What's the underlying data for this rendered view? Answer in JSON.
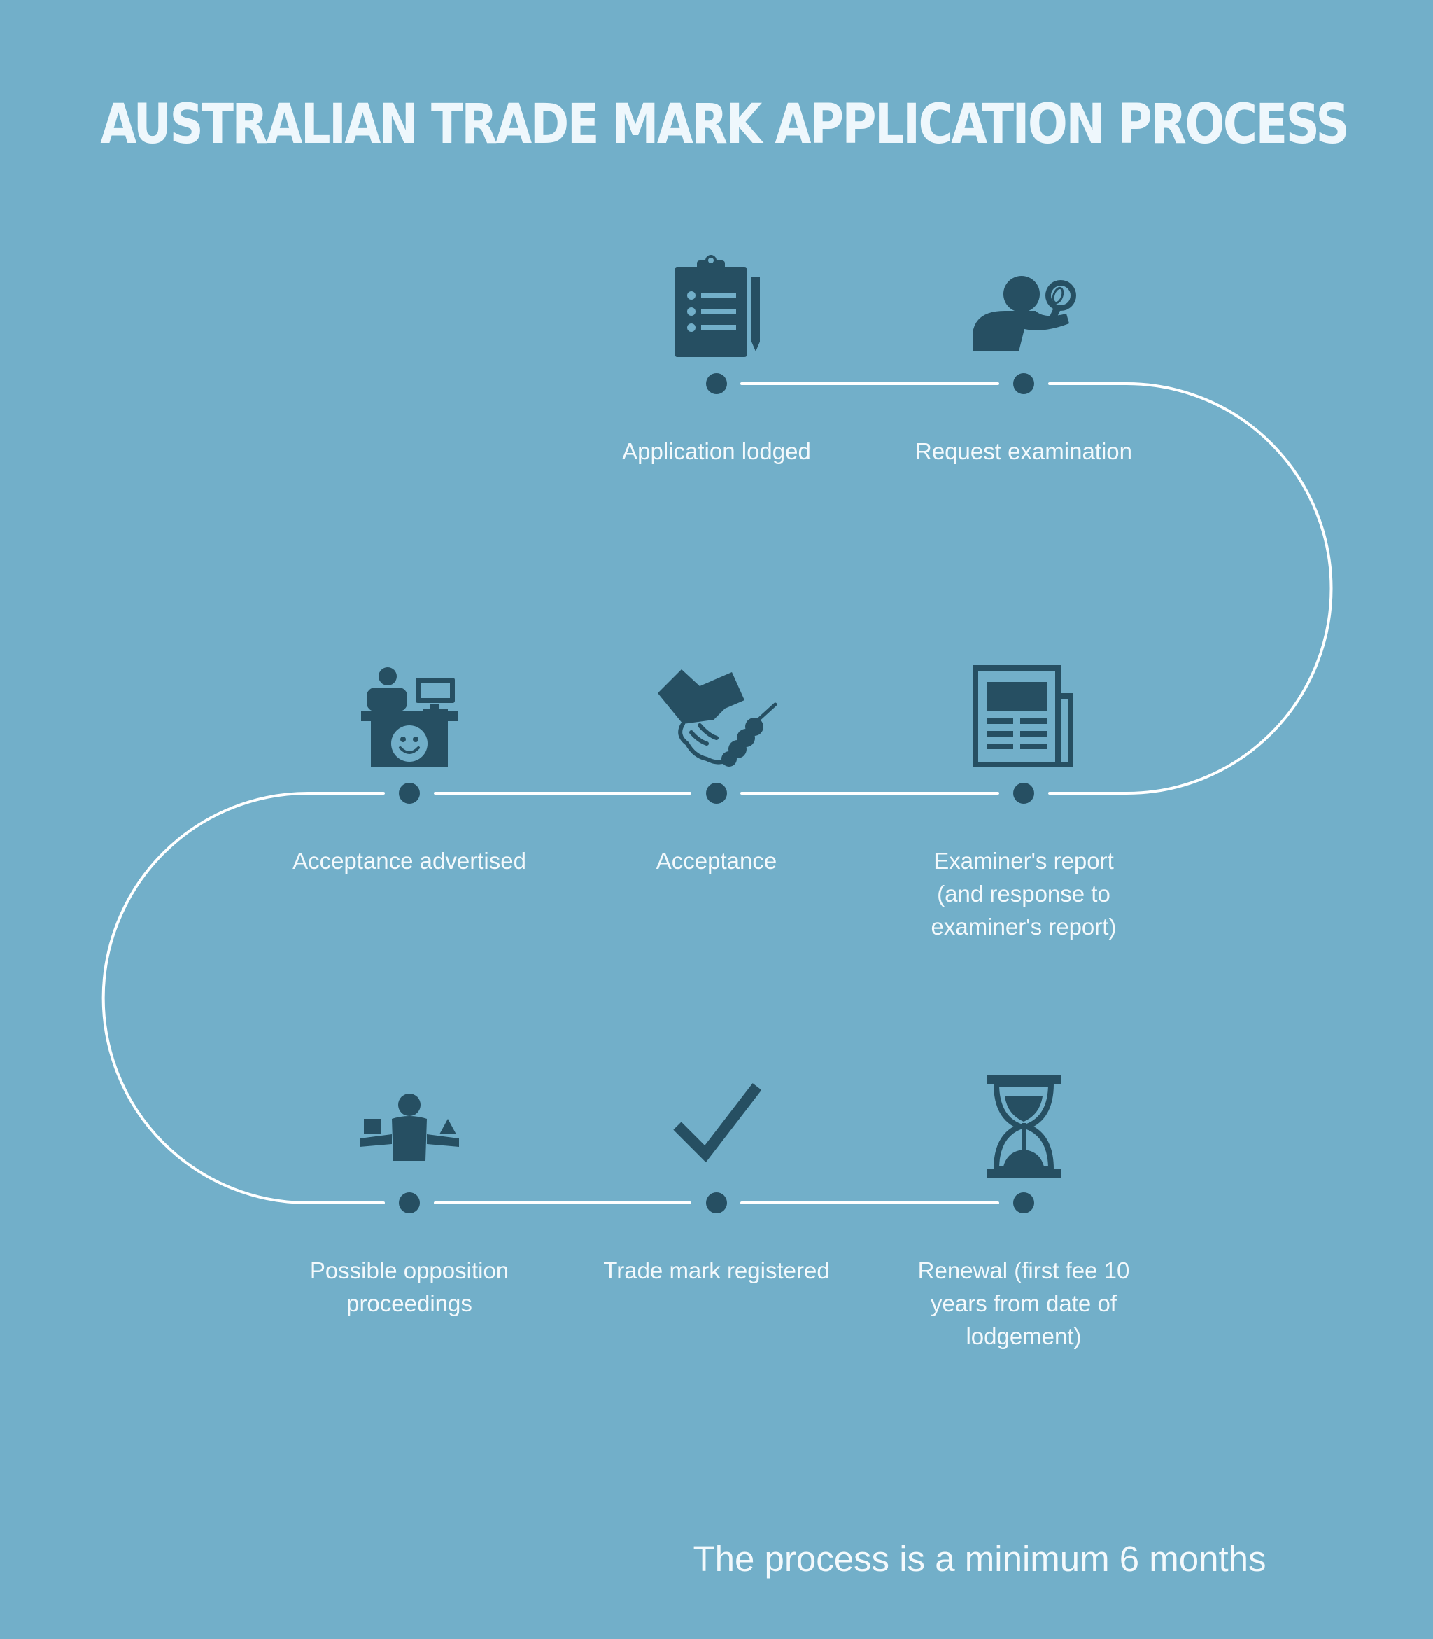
{
  "title": "AUSTRALIAN TRADE MARK APPLICATION PROCESS",
  "footer": "The process is a minimum 6 months",
  "colors": {
    "background": "#72afc9",
    "icon": "#264f62",
    "line": "#ffffff",
    "text": "#f3f9fc"
  },
  "steps": [
    {
      "label": "Application lodged",
      "icon": "clipboard-checklist-icon"
    },
    {
      "label": "Request examination",
      "icon": "person-magnifier-icon"
    },
    {
      "label": "Examiner's report\n(and response to\nexaminer's report)",
      "icon": "newspaper-icon"
    },
    {
      "label": "Acceptance",
      "icon": "handshake-icon"
    },
    {
      "label": "Acceptance advertised",
      "icon": "reception-desk-icon"
    },
    {
      "label": "Possible opposition\nproceedings",
      "icon": "scales-person-icon"
    },
    {
      "label": "Trade mark registered",
      "icon": "checkmark-icon"
    },
    {
      "label": "Renewal (first fee 10\nyears from date of\nlodgement)",
      "icon": "hourglass-icon"
    }
  ]
}
